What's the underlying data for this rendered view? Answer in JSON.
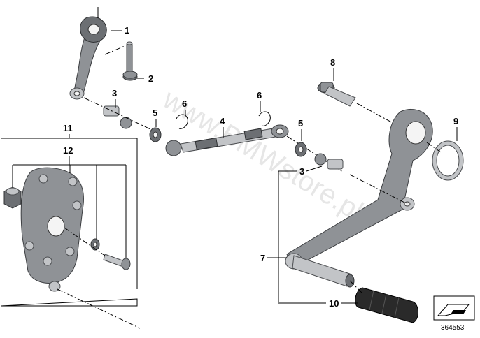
{
  "watermark": "www.BMWstore.pl",
  "diagram_number": "364553",
  "callouts": {
    "c1": "1",
    "c2": "2",
    "c3a": "3",
    "c3b": "3",
    "c4": "4",
    "c5a": "5",
    "c5b": "5",
    "c6a": "6",
    "c6b": "6",
    "c7": "7",
    "c8": "8",
    "c9": "9",
    "c10": "10",
    "c11": "11",
    "c12": "12"
  },
  "icons": {
    "corner_icon": "arrow-callout-icon"
  }
}
